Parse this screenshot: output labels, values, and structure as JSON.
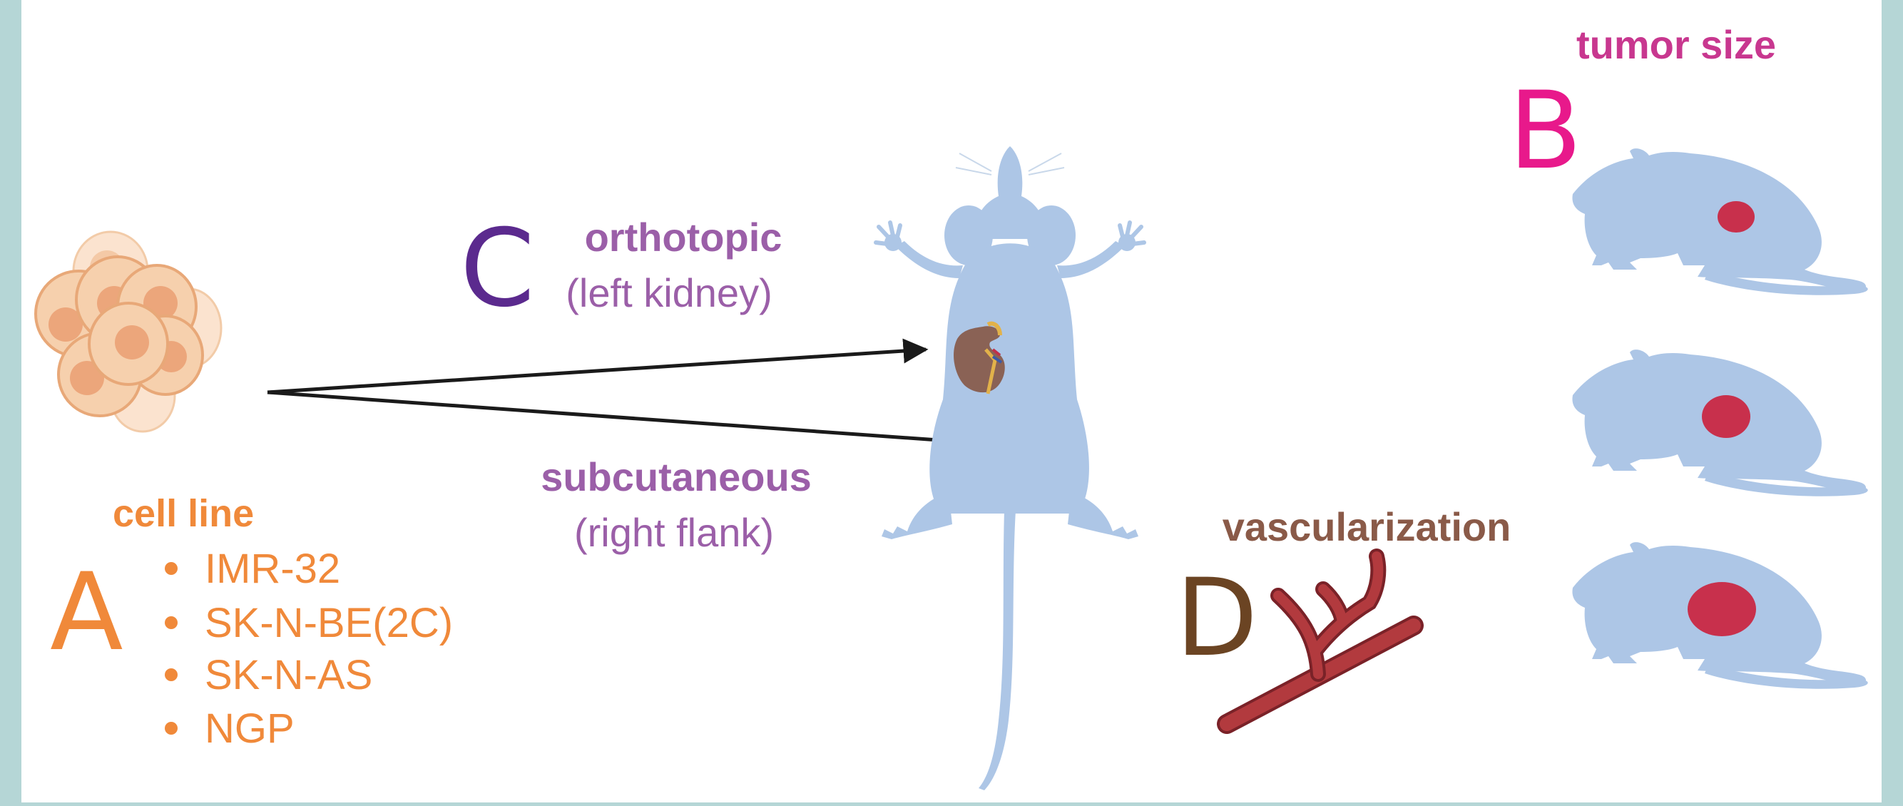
{
  "labels": {
    "panel_a": "A",
    "panel_b": "B",
    "panel_c": "C",
    "panel_d": "D"
  },
  "cell_line": {
    "title": "cell line",
    "items": [
      "IMR-32",
      "SK-N-BE(2C)",
      "SK-N-AS",
      "NGP"
    ]
  },
  "routes": {
    "orthotopic_title": "orthotopic",
    "orthotopic_sub": "(left kidney)",
    "subcutaneous_title": "subcutaneous",
    "subcutaneous_sub": "(right flank)"
  },
  "outcomes": {
    "tumor_size": "tumor size",
    "vascularization": "vascularization"
  },
  "colors": {
    "background": "#ffffff",
    "frame": "#b5d6d6",
    "orange": "#f0893a",
    "purple": "#5b2a8e",
    "purple_text": "#9b5fa8",
    "magenta": "#e8198b",
    "magenta_text": "#c8378f",
    "brown": "#6b4423",
    "brown_text": "#8a5a48",
    "mouse": "#adc6e6",
    "tumor": "#c8304c",
    "vessel": "#b23a3e",
    "arrow": "#1a1a1a"
  },
  "icons": [
    "cell-cluster-icon",
    "mouse-top-view-icon",
    "kidney-icon",
    "mouse-side-icon",
    "blood-vessel-icon",
    "arrow-icon"
  ]
}
